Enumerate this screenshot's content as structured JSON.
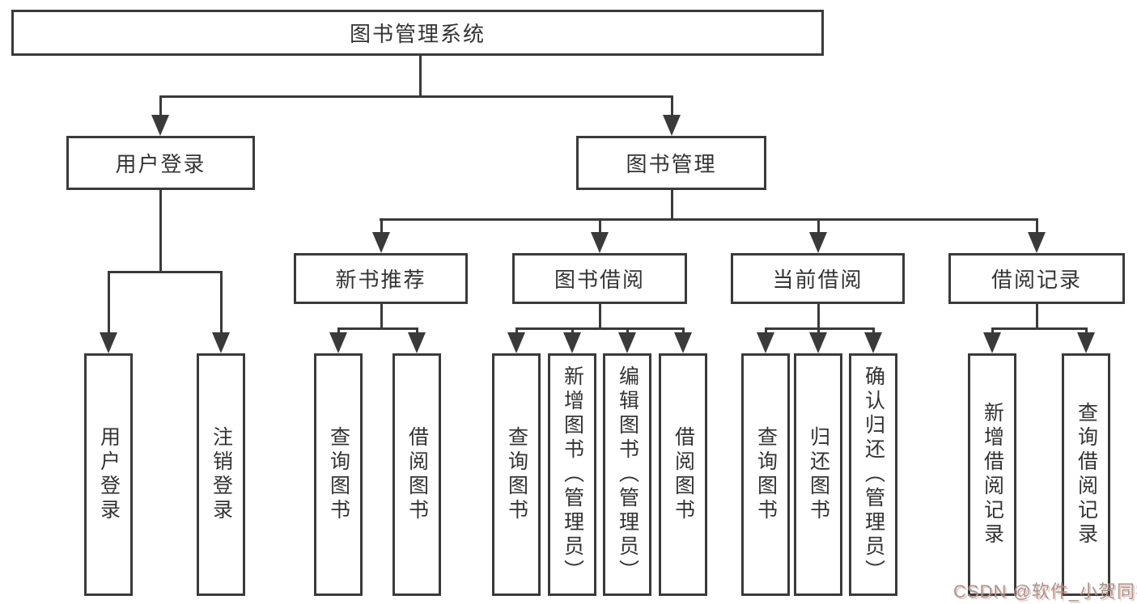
{
  "diagram": {
    "title": "图书管理系统",
    "level2": [
      {
        "label": "用户登录"
      },
      {
        "label": "图书管理"
      }
    ],
    "level3": [
      {
        "label": "新书推荐"
      },
      {
        "label": "图书借阅"
      },
      {
        "label": "当前借阅"
      },
      {
        "label": "借阅记录"
      }
    ],
    "leaves": [
      "用户登录",
      "注销登录",
      "查询图书",
      "借阅图书",
      "查询图书",
      "新增图书（管理员）",
      "编辑图书（管理员）",
      "借阅图书",
      "查询图书",
      "归还图书",
      "确认归还（管理员）",
      "新增借阅记录",
      "查询借阅记录"
    ],
    "colors": {
      "line": "#3a3a3a",
      "text": "#333333",
      "background": "#ffffff",
      "watermark": "#9a9a9a",
      "watermark_accent": "#fc5531"
    },
    "watermark": "CSDN @软件_小贺同学"
  }
}
